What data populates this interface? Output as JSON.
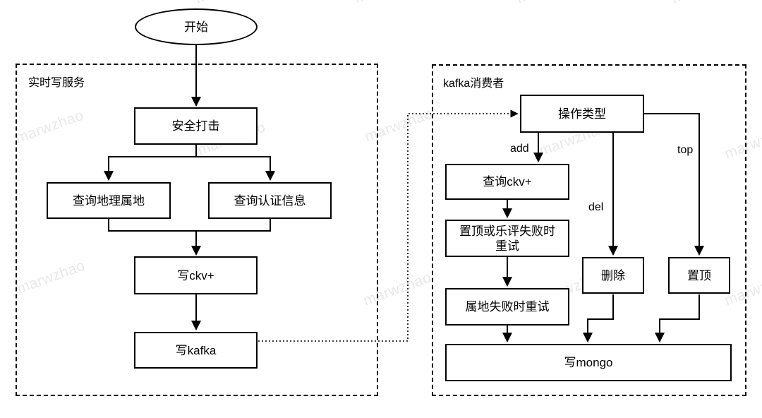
{
  "diagram": {
    "watermark": {
      "text": "marwzhao"
    },
    "start": {
      "label": "开始"
    },
    "containers": {
      "realtime": {
        "title": "实时写服务"
      },
      "consumer": {
        "title": "kafka消费者"
      }
    },
    "nodes": {
      "security_strike": {
        "label": "安全打击"
      },
      "query_geo": {
        "label": "查询地理属地"
      },
      "query_auth": {
        "label": "查询认证信息"
      },
      "write_ckv": {
        "label": "写ckv+"
      },
      "write_kafka": {
        "label": "写kafka"
      },
      "op_type": {
        "label": "操作类型"
      },
      "query_ckv": {
        "label": "查询ckv+"
      },
      "retry_pin_comment": {
        "label": "置顶或乐评失败时\n重试"
      },
      "retry_region": {
        "label": "属地失败时重试"
      },
      "delete": {
        "label": "删除"
      },
      "pin": {
        "label": "置顶"
      },
      "write_mongo": {
        "label": "写mongo"
      }
    },
    "edge_labels": {
      "add": "add",
      "del": "del",
      "top": "top"
    }
  }
}
